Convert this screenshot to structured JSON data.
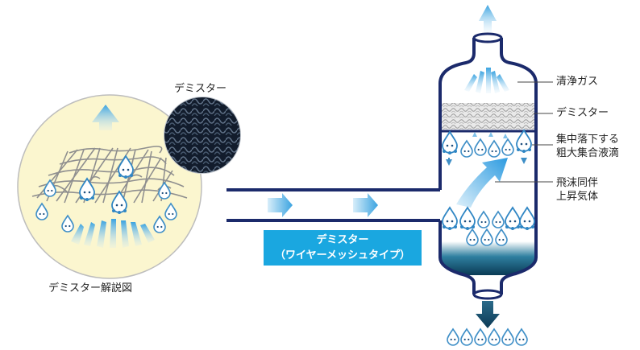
{
  "labels": {
    "demister_mesh": "デミスター",
    "diagram_caption": "デミスター解説図",
    "clean_gas": "清浄ガス",
    "demister_layer": "デミスター",
    "droplets_line1": "集中落下する",
    "droplets_line2": "粗大集合液滴",
    "mist_line1": "飛沫同伴",
    "mist_line2": "上昇気体"
  },
  "badge": {
    "line1": "デミスター",
    "line2": "（ワイヤーメッシュタイプ）"
  },
  "colors": {
    "vessel_navy": "#1b2a6b",
    "liquid_blue": "#0f5a78",
    "arrow_blue": "#4fb0e6",
    "badge_blue": "#1aa7e0",
    "circle_fill": "#fbf6cf"
  }
}
